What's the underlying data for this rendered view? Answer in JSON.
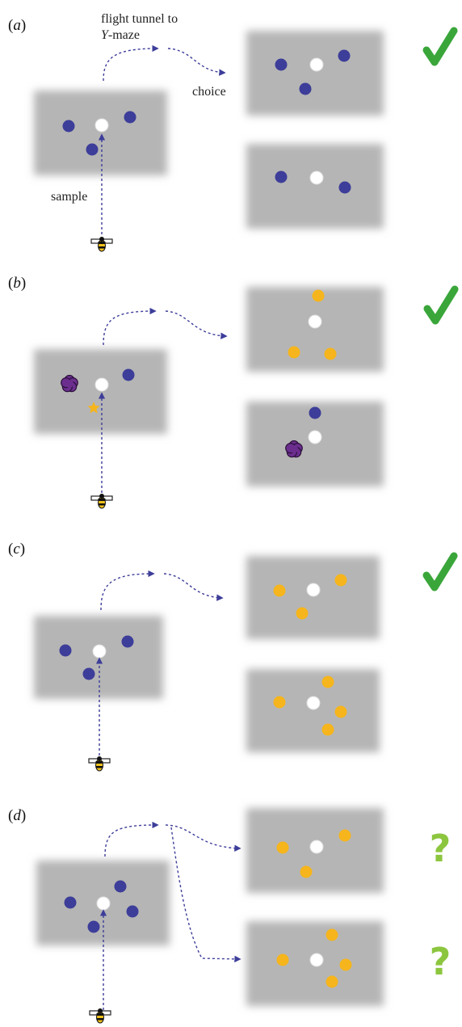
{
  "colors": {
    "card": "#b5b5b5",
    "blue_dot": "#3d3d9a",
    "yellow_dot": "#f6b51c",
    "purple_flower": "#6b2e8e",
    "white_dot": "#ffffff",
    "arrow": "#3d3d9a",
    "check": "#3aa63a",
    "question": "#8cc63f"
  },
  "icons": [
    "checkmark-icon",
    "question-mark-icon",
    "bee-icon",
    "flower-icon",
    "star-icon"
  ],
  "annotations": {
    "flight_tunnel_line1": "flight tunnel to",
    "flight_tunnel_line2_italic": "Y",
    "flight_tunnel_line2_rest": "-maze",
    "choice": "choice",
    "sample": "sample"
  },
  "panels": [
    {
      "letter": "a",
      "sample": [
        {
          "kind": "blue"
        },
        {
          "kind": "blue"
        },
        {
          "kind": "blue"
        }
      ],
      "choices": [
        {
          "items": [
            {
              "kind": "blue"
            },
            {
              "kind": "blue"
            },
            {
              "kind": "blue"
            }
          ],
          "result": "correct"
        },
        {
          "items": [
            {
              "kind": "blue"
            },
            {
              "kind": "blue"
            }
          ],
          "result": "none"
        }
      ]
    },
    {
      "letter": "b",
      "sample": [
        {
          "kind": "flower"
        },
        {
          "kind": "blue"
        },
        {
          "kind": "star"
        }
      ],
      "choices": [
        {
          "items": [
            {
              "kind": "yellow"
            },
            {
              "kind": "yellow"
            },
            {
              "kind": "yellow"
            }
          ],
          "result": "correct"
        },
        {
          "items": [
            {
              "kind": "blue"
            },
            {
              "kind": "flower"
            }
          ],
          "result": "none"
        }
      ]
    },
    {
      "letter": "c",
      "sample": [
        {
          "kind": "blue"
        },
        {
          "kind": "blue"
        },
        {
          "kind": "blue"
        }
      ],
      "choices": [
        {
          "items": [
            {
              "kind": "yellow"
            },
            {
              "kind": "yellow"
            },
            {
              "kind": "yellow"
            }
          ],
          "result": "correct"
        },
        {
          "items": [
            {
              "kind": "yellow"
            },
            {
              "kind": "yellow"
            },
            {
              "kind": "yellow"
            },
            {
              "kind": "yellow"
            }
          ],
          "result": "none"
        }
      ]
    },
    {
      "letter": "d",
      "sample": [
        {
          "kind": "blue"
        },
        {
          "kind": "blue"
        },
        {
          "kind": "blue"
        },
        {
          "kind": "blue"
        }
      ],
      "choices": [
        {
          "items": [
            {
              "kind": "yellow"
            },
            {
              "kind": "yellow"
            },
            {
              "kind": "yellow"
            }
          ],
          "result": "unknown"
        },
        {
          "items": [
            {
              "kind": "yellow"
            },
            {
              "kind": "yellow"
            },
            {
              "kind": "yellow"
            },
            {
              "kind": "yellow"
            }
          ],
          "result": "unknown"
        }
      ]
    }
  ]
}
